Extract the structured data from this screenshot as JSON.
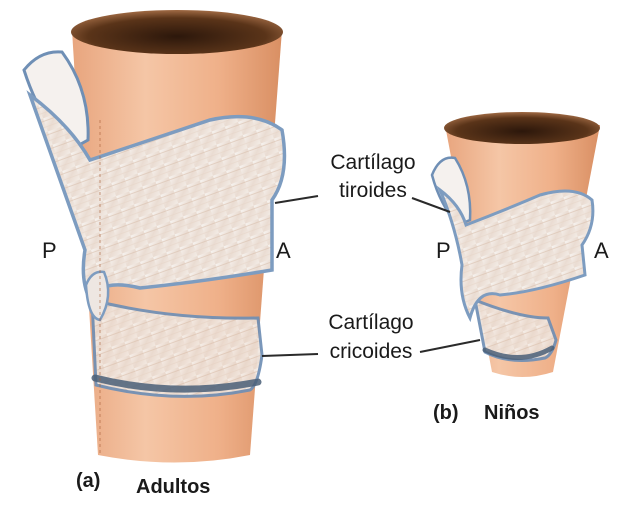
{
  "labels": {
    "thyroid_line1": "Cartílago",
    "thyroid_line2": "tiroides",
    "cricoid_line1": "Cartílago",
    "cricoid_line2": "cricoides",
    "adult_posterior": "P",
    "adult_anterior": "A",
    "child_posterior": "P",
    "child_anterior": "A"
  },
  "captions": {
    "adult_letter": "(a)",
    "adult_name": "Adultos",
    "child_letter": "(b)",
    "child_name": "Niños"
  },
  "colors": {
    "trachea": "#f0b48f",
    "trachea_shadow": "#c9845c",
    "cartilage": "#f3eeea",
    "cartilage_outline": "#6f8fb5",
    "cricoid_band": "#4a5f78",
    "lumen_dark": "#3e2413"
  }
}
